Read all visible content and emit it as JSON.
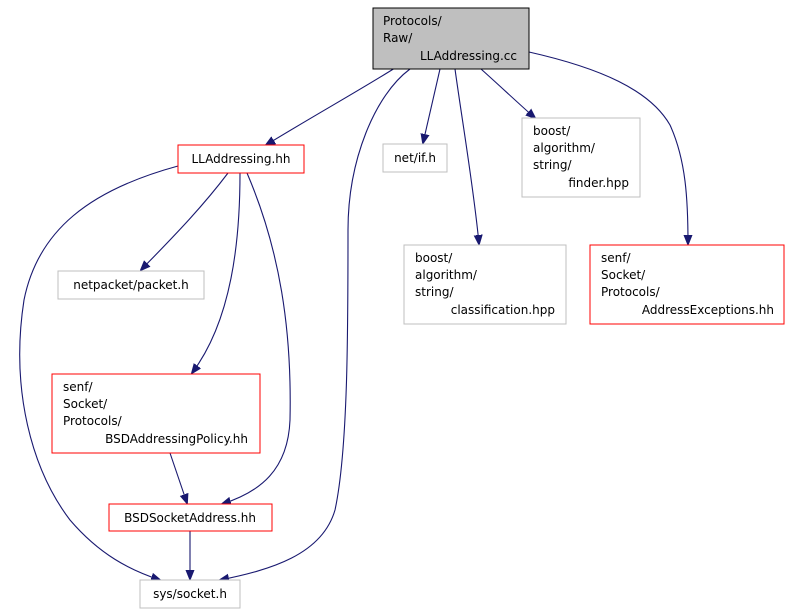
{
  "graph": {
    "colors": {
      "edge": "#191970",
      "root_fill": "#bfbfbf",
      "root_border": "#000000",
      "linked_border": "#ff0000",
      "external_border": "#bfbfbf",
      "text": "#000000"
    },
    "nodes": {
      "root": {
        "lines": [
          "Protocols/",
          "Raw/",
          "LLAddressing.cc"
        ],
        "kind": "root"
      },
      "lladdressing_hh": {
        "lines": [
          "LLAddressing.hh"
        ],
        "kind": "linked"
      },
      "net_if_h": {
        "lines": [
          "net/if.h"
        ],
        "kind": "external"
      },
      "boost_finder": {
        "lines": [
          "boost/",
          "algorithm/",
          "string/",
          "finder.hpp"
        ],
        "kind": "external"
      },
      "boost_classification": {
        "lines": [
          "boost/",
          "algorithm/",
          "string/",
          "classification.hpp"
        ],
        "kind": "external"
      },
      "address_exceptions": {
        "lines": [
          "senf/",
          "Socket/",
          "Protocols/",
          "AddressExceptions.hh"
        ],
        "kind": "linked"
      },
      "netpacket": {
        "lines": [
          "netpacket/packet.h"
        ],
        "kind": "external"
      },
      "bsd_addressing_policy": {
        "lines": [
          "senf/",
          "Socket/",
          "Protocols/",
          "BSDAddressingPolicy.hh"
        ],
        "kind": "linked"
      },
      "bsd_socket_address": {
        "lines": [
          "BSDSocketAddress.hh"
        ],
        "kind": "linked"
      },
      "sys_socket": {
        "lines": [
          "sys/socket.h"
        ],
        "kind": "external"
      }
    }
  }
}
